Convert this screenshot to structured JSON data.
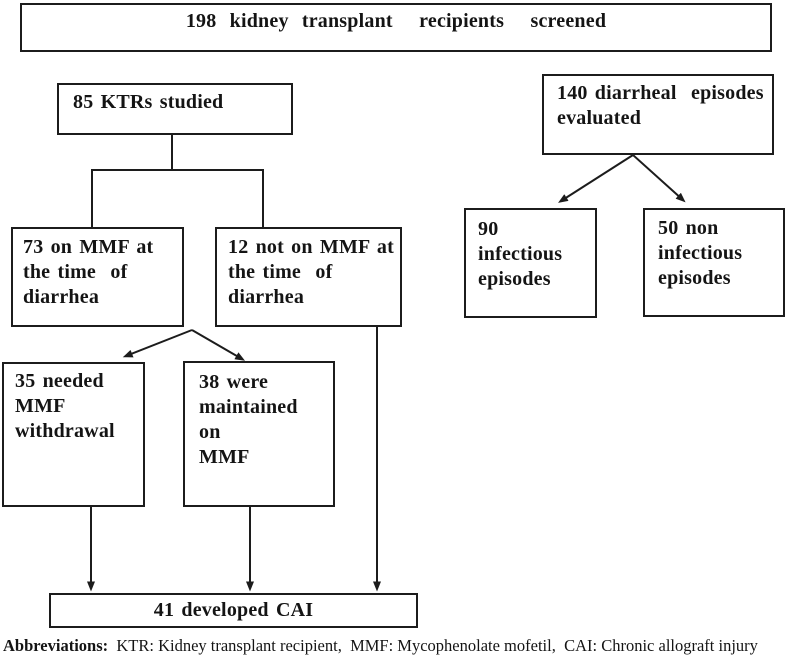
{
  "figure": {
    "nodes": {
      "screened": {
        "label": "198 kidney transplant  recipients  screened"
      },
      "ktrs": {
        "label": "85 KTRs studied"
      },
      "episodes": {
        "label": "140 diarrheal  episodes\nevaluated"
      },
      "on_mmf": {
        "label": "73 on MMF at\nthe time  of\ndiarrhea"
      },
      "not_on_mmf": {
        "label": "12 not on MMF at\nthe time  of\ndiarrhea"
      },
      "infectious": {
        "label": "90\ninfectious\nepisodes"
      },
      "non_infectious": {
        "label": "50 non\ninfectious\nepisodes"
      },
      "withdrawal": {
        "label": "35 needed\nMMF\nwithdrawal"
      },
      "maintained": {
        "label": "38 were\nmaintained  on\nMMF"
      },
      "cai": {
        "label": "41 developed CAI"
      }
    },
    "footnote": {
      "label": "Abbreviations:",
      "text": "  KTR: Kidney transplant recipient,  MMF: Mycophenolate mofetil,  CAI: Chronic allograft injury"
    },
    "colors": {
      "line": "#1c1c1c",
      "text": "#141414",
      "background": "#ffffff"
    }
  }
}
